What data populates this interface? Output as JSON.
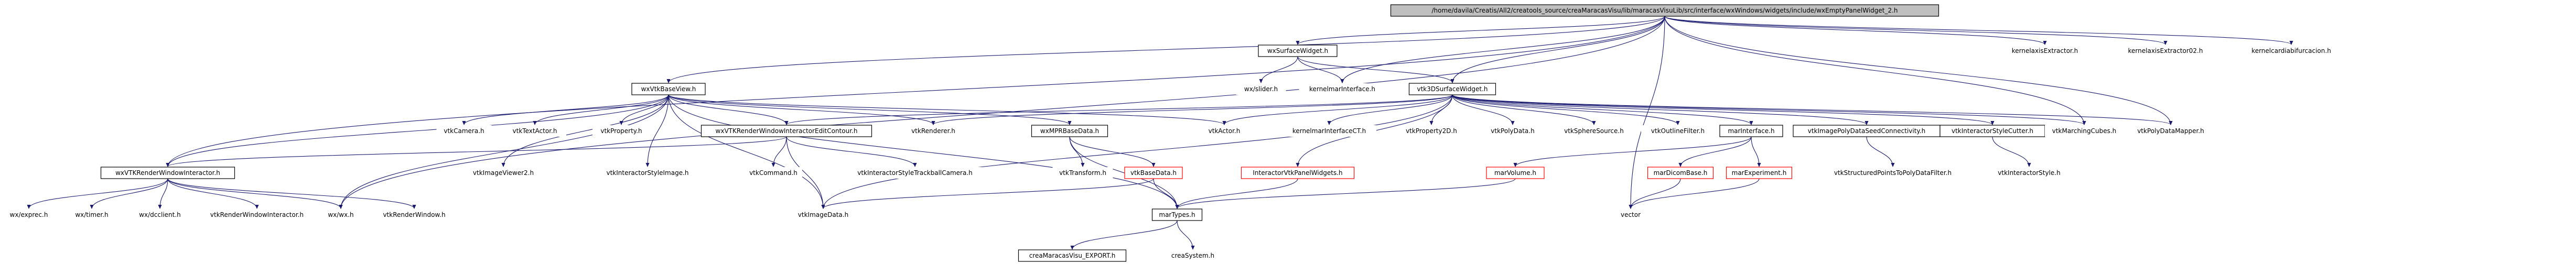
{
  "graph": {
    "type": "include-dependency-graph",
    "nodes": [
      {
        "id": "root",
        "label": "/home/davila/Creatis/All2/creatools_source/creaMaracasVisu/lib/maracasVisuLib/src/interface/wxWindows/widgets/include/wxEmptyPanelWidget_2.h",
        "style": "root"
      },
      {
        "id": "wxSurfaceWidget",
        "label": "wxSurfaceWidget.h",
        "style": "normal"
      },
      {
        "id": "kernelaxisExtractor",
        "label": "kernelaxisExtractor.h",
        "style": "plain"
      },
      {
        "id": "kernelaxisExtractor02",
        "label": "kernelaxisExtractor02.h",
        "style": "plain"
      },
      {
        "id": "kernelcardiabifurcacion",
        "label": "kernelcardiabifurcacion.h",
        "style": "plain"
      },
      {
        "id": "wxslider",
        "label": "wx/slider.h",
        "style": "plain"
      },
      {
        "id": "kernelmarInterface",
        "label": "kernelmarInterface.h",
        "style": "plain"
      },
      {
        "id": "wxVtkBaseView",
        "label": "wxVtkBaseView.h",
        "style": "normal"
      },
      {
        "id": "vtk3DSurfaceWidget",
        "label": "vtk3DSurfaceWidget.h",
        "style": "normal"
      },
      {
        "id": "vtkCamera",
        "label": "vtkCamera.h",
        "style": "plain"
      },
      {
        "id": "vtkTextActor",
        "label": "vtkTextActor.h",
        "style": "plain"
      },
      {
        "id": "vtkProperty",
        "label": "vtkProperty.h",
        "style": "plain"
      },
      {
        "id": "wxVTKRenderWindowInteractorEditContour",
        "label": "wxVTKRenderWindowInteractorEditContour.h",
        "style": "normal"
      },
      {
        "id": "vtkRenderer",
        "label": "vtkRenderer.h",
        "style": "plain"
      },
      {
        "id": "wxMPRBaseData",
        "label": "wxMPRBaseData.h",
        "style": "normal"
      },
      {
        "id": "vtkActor",
        "label": "vtkActor.h",
        "style": "plain"
      },
      {
        "id": "kernelmarInterfaceCT",
        "label": "kernelmarInterfaceCT.h",
        "style": "plain"
      },
      {
        "id": "vtkProperty2D",
        "label": "vtkProperty2D.h",
        "style": "plain"
      },
      {
        "id": "vtkPolyData",
        "label": "vtkPolyData.h",
        "style": "plain"
      },
      {
        "id": "vtkSphereSource",
        "label": "vtkSphereSource.h",
        "style": "plain"
      },
      {
        "id": "vtkOutlineFilter",
        "label": "vtkOutlineFilter.h",
        "style": "plain"
      },
      {
        "id": "marInterface",
        "label": "marInterface.h",
        "style": "normal"
      },
      {
        "id": "vtkImagePolyDataSeedConnectivity",
        "label": "vtkImagePolyDataSeedConnectivity.h",
        "style": "normal"
      },
      {
        "id": "vtkInteractorStyleCutter",
        "label": "vtkInteractorStyleCutter.h",
        "style": "normal"
      },
      {
        "id": "vtkMarchingCubes",
        "label": "vtkMarchingCubes.h",
        "style": "plain"
      },
      {
        "id": "vtkPolyDataMapper",
        "label": "vtkPolyDataMapper.h",
        "style": "plain"
      },
      {
        "id": "wxVTKRenderWindowInteractor",
        "label": "wxVTKRenderWindowInteractor.h",
        "style": "normal"
      },
      {
        "id": "vtkImageViewer2",
        "label": "vtkImageViewer2.h",
        "style": "plain"
      },
      {
        "id": "vtkInteractorStyleImage",
        "label": "vtkInteractorStyleImage.h",
        "style": "plain"
      },
      {
        "id": "vtkCommand",
        "label": "vtkCommand.h",
        "style": "plain"
      },
      {
        "id": "vtkInteractorStyleTrackballCamera",
        "label": "vtkInteractorStyleTrackballCamera.h",
        "style": "plain"
      },
      {
        "id": "vtkTransform",
        "label": "vtkTransform.h",
        "style": "plain"
      },
      {
        "id": "vtkBaseData",
        "label": "vtkBaseData.h",
        "style": "red"
      },
      {
        "id": "InteractorVtkPanelWidgets",
        "label": "InteractorVtkPanelWidgets.h",
        "style": "red"
      },
      {
        "id": "marVolume",
        "label": "marVolume.h",
        "style": "red"
      },
      {
        "id": "marDicomBase",
        "label": "marDicomBase.h",
        "style": "red"
      },
      {
        "id": "marExperiment",
        "label": "marExperiment.h",
        "style": "red"
      },
      {
        "id": "vtkStructuredPointsToPolyDataFilter",
        "label": "vtkStructuredPointsToPolyDataFilter.h",
        "style": "plain"
      },
      {
        "id": "vtkInteractorStyle",
        "label": "vtkInteractorStyle.h",
        "style": "plain"
      },
      {
        "id": "wxexprec",
        "label": "wx/exprec.h",
        "style": "plain"
      },
      {
        "id": "wxtimer",
        "label": "wx/timer.h",
        "style": "plain"
      },
      {
        "id": "wxdcclient",
        "label": "wx/dcclient.h",
        "style": "plain"
      },
      {
        "id": "vtkRenderWindowInteractor",
        "label": "vtkRenderWindowInteractor.h",
        "style": "plain"
      },
      {
        "id": "wxwx",
        "label": "wx/wx.h",
        "style": "plain"
      },
      {
        "id": "vtkRenderWindow",
        "label": "vtkRenderWindow.h",
        "style": "plain"
      },
      {
        "id": "vtkImageData",
        "label": "vtkImageData.h",
        "style": "plain"
      },
      {
        "id": "marTypes",
        "label": "marTypes.h",
        "style": "normal"
      },
      {
        "id": "vector",
        "label": "vector",
        "style": "plain"
      },
      {
        "id": "creaMaracasVisu_EXPORT",
        "label": "creaMaracasVisu_EXPORT.h",
        "style": "normal"
      },
      {
        "id": "creaSystem",
        "label": "creaSystem.h",
        "style": "plain"
      }
    ],
    "edges": [
      [
        "root",
        "wxSurfaceWidget"
      ],
      [
        "root",
        "kernelaxisExtractor"
      ],
      [
        "root",
        "kernelaxisExtractor02"
      ],
      [
        "root",
        "kernelcardiabifurcacion"
      ],
      [
        "root",
        "kernelmarInterface"
      ],
      [
        "root",
        "wxVtkBaseView"
      ],
      [
        "root",
        "vtk3DSurfaceWidget"
      ],
      [
        "root",
        "vtkMarchingCubes"
      ],
      [
        "root",
        "vtkPolyDataMapper"
      ],
      [
        "root",
        "wxVTKRenderWindowInteractor"
      ],
      [
        "root",
        "vector"
      ],
      [
        "root",
        "wxwx"
      ],
      [
        "wxSurfaceWidget",
        "wxslider"
      ],
      [
        "wxSurfaceWidget",
        "kernelmarInterface"
      ],
      [
        "wxSurfaceWidget",
        "vtk3DSurfaceWidget"
      ],
      [
        "wxVtkBaseView",
        "vtkCamera"
      ],
      [
        "wxVtkBaseView",
        "vtkTextActor"
      ],
      [
        "wxVtkBaseView",
        "vtkProperty"
      ],
      [
        "wxVtkBaseView",
        "wxVTKRenderWindowInteractorEditContour"
      ],
      [
        "wxVtkBaseView",
        "vtkRenderer"
      ],
      [
        "wxVtkBaseView",
        "wxMPRBaseData"
      ],
      [
        "wxVtkBaseView",
        "vtkActor"
      ],
      [
        "wxVtkBaseView",
        "wxVTKRenderWindowInteractor"
      ],
      [
        "wxVtkBaseView",
        "vtkImageViewer2"
      ],
      [
        "wxVtkBaseView",
        "vtkInteractorStyleImage"
      ],
      [
        "wxVtkBaseView",
        "marTypes"
      ],
      [
        "wxVtkBaseView",
        "vtkImageData"
      ],
      [
        "wxVtkBaseView",
        "wxwx"
      ],
      [
        "vtk3DSurfaceWidget",
        "wxVTKRenderWindowInteractorEditContour"
      ],
      [
        "vtk3DSurfaceWidget",
        "vtkRenderer"
      ],
      [
        "vtk3DSurfaceWidget",
        "vtkActor"
      ],
      [
        "vtk3DSurfaceWidget",
        "kernelmarInterfaceCT"
      ],
      [
        "vtk3DSurfaceWidget",
        "vtkProperty2D"
      ],
      [
        "vtk3DSurfaceWidget",
        "vtkPolyData"
      ],
      [
        "vtk3DSurfaceWidget",
        "vtkSphereSource"
      ],
      [
        "vtk3DSurfaceWidget",
        "vtkOutlineFilter"
      ],
      [
        "vtk3DSurfaceWidget",
        "marInterface"
      ],
      [
        "vtk3DSurfaceWidget",
        "vtkImagePolyDataSeedConnectivity"
      ],
      [
        "vtk3DSurfaceWidget",
        "vtkInteractorStyleCutter"
      ],
      [
        "vtk3DSurfaceWidget",
        "vtkMarchingCubes"
      ],
      [
        "vtk3DSurfaceWidget",
        "vtkPolyDataMapper"
      ],
      [
        "vtk3DSurfaceWidget",
        "InteractorVtkPanelWidgets"
      ],
      [
        "vtk3DSurfaceWidget",
        "vtkImageData"
      ],
      [
        "wxVTKRenderWindowInteractorEditContour",
        "wxVTKRenderWindowInteractor"
      ],
      [
        "wxVTKRenderWindowInteractorEditContour",
        "vtkCommand"
      ],
      [
        "wxVTKRenderWindowInteractorEditContour",
        "vtkInteractorStyleTrackballCamera"
      ],
      [
        "wxVTKRenderWindowInteractorEditContour",
        "vtkImageData"
      ],
      [
        "wxMPRBaseData",
        "vtkTransform"
      ],
      [
        "wxMPRBaseData",
        "vtkBaseData"
      ],
      [
        "wxMPRBaseData",
        "marTypes"
      ],
      [
        "vtkBaseData",
        "marTypes"
      ],
      [
        "vtkBaseData",
        "vtkImageData"
      ],
      [
        "InteractorVtkPanelWidgets",
        "marTypes"
      ],
      [
        "marInterface",
        "marVolume"
      ],
      [
        "marInterface",
        "marDicomBase"
      ],
      [
        "marInterface",
        "marExperiment"
      ],
      [
        "marVolume",
        "marTypes"
      ],
      [
        "marDicomBase",
        "vector"
      ],
      [
        "marExperiment",
        "vector"
      ],
      [
        "vtkImagePolyDataSeedConnectivity",
        "vtkStructuredPointsToPolyDataFilter"
      ],
      [
        "vtkInteractorStyleCutter",
        "vtkInteractorStyle"
      ],
      [
        "wxVTKRenderWindowInteractor",
        "wxexprec"
      ],
      [
        "wxVTKRenderWindowInteractor",
        "wxtimer"
      ],
      [
        "wxVTKRenderWindowInteractor",
        "wxdcclient"
      ],
      [
        "wxVTKRenderWindowInteractor",
        "vtkRenderWindowInteractor"
      ],
      [
        "wxVTKRenderWindowInteractor",
        "wxwx"
      ],
      [
        "wxVTKRenderWindowInteractor",
        "vtkRenderWindow"
      ],
      [
        "marTypes",
        "creaMaracasVisu_EXPORT"
      ],
      [
        "marTypes",
        "creaSystem"
      ]
    ]
  }
}
